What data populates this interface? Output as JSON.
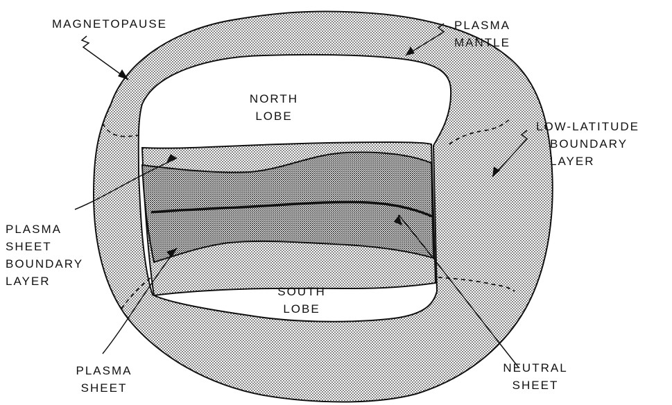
{
  "labels": {
    "magnetopause": "MAGNETOPAUSE",
    "plasma_mantle": [
      "PLASMA",
      "MANTLE"
    ],
    "north_lobe": [
      "NORTH",
      "LOBE"
    ],
    "low_latitude_boundary_layer": [
      "LOW-LATITUDE",
      "BOUNDARY",
      "LAYER"
    ],
    "plasma_sheet_boundary_layer": [
      "PLASMA",
      "SHEET",
      "BOUNDARY",
      "LAYER"
    ],
    "south_lobe": [
      "SOUTH",
      "LOBE"
    ],
    "plasma_sheet": [
      "PLASMA",
      "SHEET"
    ],
    "neutral_sheet": [
      "NEUTRAL",
      "SHEET"
    ]
  }
}
